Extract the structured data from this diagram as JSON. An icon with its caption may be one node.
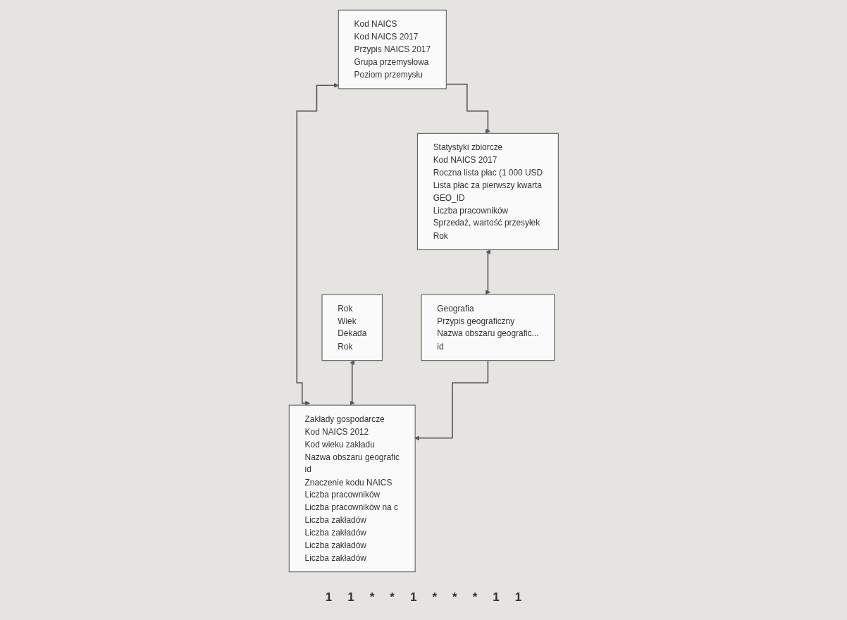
{
  "diagram": {
    "nodes": [
      {
        "text": [
          "Kod NAICS",
          "Kod NAICS 2017",
          "Przypis NAICS 2017",
          "Grupa przemysłowa",
          "Poziom przemysłu"
        ]
      },
      {
        "text": [
          "Rok",
          "Wiek",
          "Dekada",
          "Rok"
        ]
      },
      {
        "text": [
          "Zakłady gospodarcze",
          "Kod NAICS 2012",
          "Kod wieku zakładu",
          "Nazwa obszaru geografic",
          "id",
          "Znaczenie kodu NAICS",
          "Liczba pracowników",
          "Liczba pracowników na c",
          "Liczba zakładów",
          "Liczba zakładów",
          "Liczba zakładów",
          "Liczba zakładów"
        ]
      },
      {
        "text": [
          "Statystyki zbiorcze",
          "Kod NAICS 2017",
          "Roczna lista płac (1 000 USD",
          "Lista płac za pierwszy kwarta",
          "GEO_ID",
          "Liczba pracowników",
          "Sprzedaż, wartość przesyłek",
          "Rok"
        ]
      },
      {
        "text": [
          "Geografia",
          "Przypis geograficzny",
          "Nazwa obszaru geografic...",
          "id"
        ]
      }
    ],
    "edges": [
      {
        "from": 0,
        "to": 2,
        "arrow": "both"
      },
      {
        "from": 0,
        "to": 3,
        "arrow": "to"
      },
      {
        "from": 1,
        "to": 2,
        "arrow": "both"
      },
      {
        "from": 4,
        "to": 2,
        "arrow": "to"
      },
      {
        "from": 3,
        "to": 4,
        "arrow": "both"
      }
    ],
    "labels": [
      "1",
      "1",
      "*",
      "*",
      "1",
      "*",
      "*",
      "*",
      "1",
      "1"
    ]
  }
}
